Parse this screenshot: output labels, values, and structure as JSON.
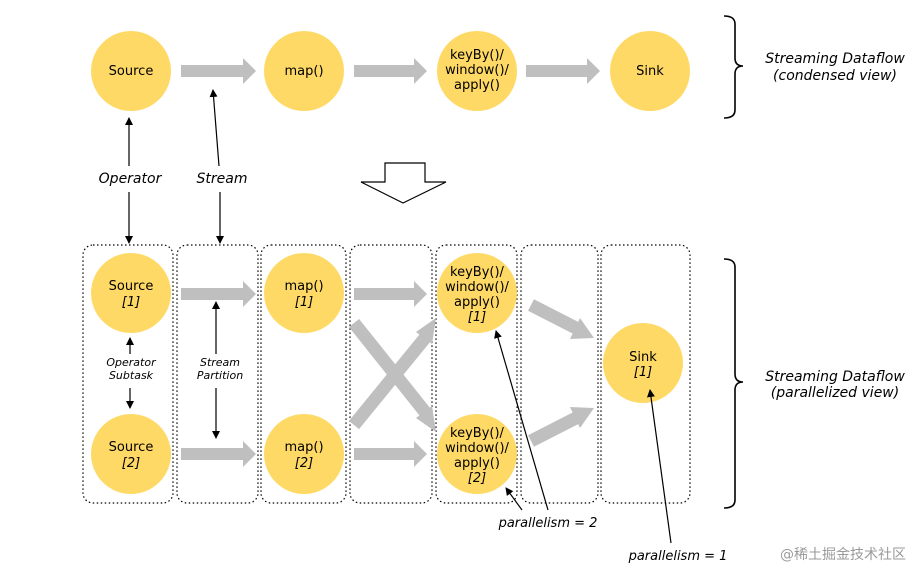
{
  "top": {
    "nodes": [
      {
        "label": "Source"
      },
      {
        "label": "map()"
      },
      {
        "label_lines": [
          "keyBy()/",
          "window()/",
          "apply()"
        ]
      },
      {
        "label": "Sink"
      }
    ],
    "caption_lines": [
      "Streaming Dataflow",
      "(condensed view)"
    ]
  },
  "labels": {
    "operator": "Operator",
    "stream": "Stream",
    "operator_subtask": [
      "Operator",
      "Subtask"
    ],
    "stream_partition": [
      "Stream",
      "Partition"
    ],
    "parallelism_2": "parallelism = 2",
    "parallelism_1": "parallelism = 1"
  },
  "bottom": {
    "source1": {
      "name": "Source",
      "index": "[1]"
    },
    "source2": {
      "name": "Source",
      "index": "[2]"
    },
    "map1": {
      "name": "map()",
      "index": "[1]"
    },
    "map2": {
      "name": "map()",
      "index": "[2]"
    },
    "kw1": {
      "lines": [
        "keyBy()/",
        "window()/",
        "apply()"
      ],
      "index": "[1]"
    },
    "kw2": {
      "lines": [
        "keyBy()/",
        "window()/",
        "apply()"
      ],
      "index": "[2]"
    },
    "sink1": {
      "name": "Sink",
      "index": "[1]"
    },
    "caption_lines": [
      "Streaming Dataflow",
      "(parallelized view)"
    ]
  },
  "watermark": "@稀土掘金技术社区",
  "colors": {
    "node": "#FFD966",
    "stream": "#BFBFBF"
  }
}
